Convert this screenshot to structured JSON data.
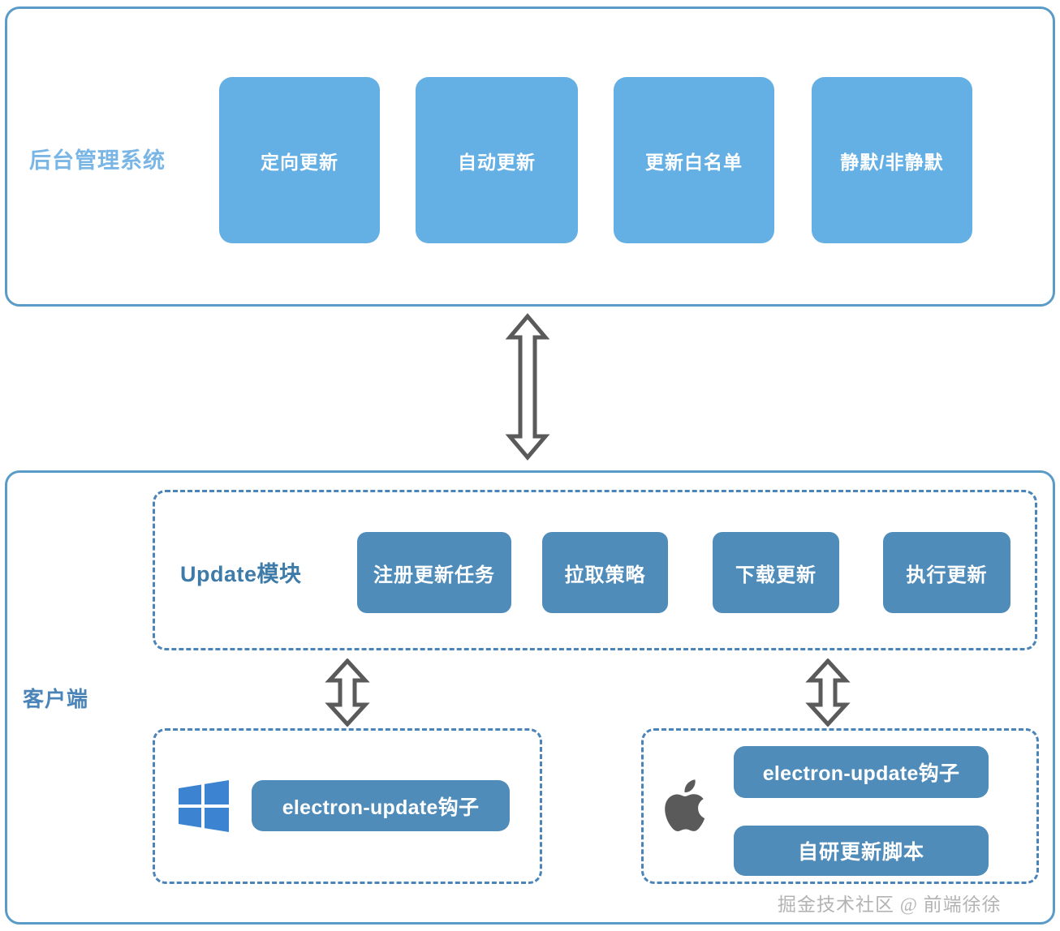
{
  "diagram": {
    "title_admin": "后台管理系统",
    "title_client": "客户端",
    "admin_panel": {
      "label": "后台管理系统",
      "chips": [
        {
          "label": "定向更新"
        },
        {
          "label": "自动更新"
        },
        {
          "label": "更新白名单"
        },
        {
          "label": "静默/非静默"
        }
      ]
    },
    "client_panel": {
      "label": "客户端",
      "update_module": {
        "label": "Update模块",
        "chips": [
          {
            "label": "注册更新任务"
          },
          {
            "label": "拉取策略"
          },
          {
            "label": "下载更新"
          },
          {
            "label": "执行更新"
          }
        ]
      },
      "platforms": [
        {
          "icon": "windows-logo-icon",
          "chips": [
            {
              "label": "electron-update钩子"
            }
          ]
        },
        {
          "icon": "apple-logo-icon",
          "chips": [
            {
              "label": "electron-update钩子"
            },
            {
              "label": "自研更新脚本"
            }
          ]
        }
      ]
    },
    "connectors": [
      {
        "name": "admin-to-client",
        "type": "double-headed-vertical-arrow"
      },
      {
        "name": "update-to-windows",
        "type": "double-headed-vertical-arrow"
      },
      {
        "name": "update-to-mac",
        "type": "double-headed-vertical-arrow"
      }
    ],
    "watermark": "掘金技术社区 @ 前端徐徐",
    "colors": {
      "panel_border": "#5b9bc7",
      "chip_light": "#64afe3",
      "chip_dark": "#4f8cba",
      "dashed_border": "#4a84b8",
      "admin_title": "#79b6e6",
      "client_title": "#4a84b8",
      "arrow_stroke": "#5a5a5a",
      "windows_logo": "#3c83d2",
      "apple_logo": "#5a5a5a",
      "watermark": "#9a9a9a"
    }
  }
}
